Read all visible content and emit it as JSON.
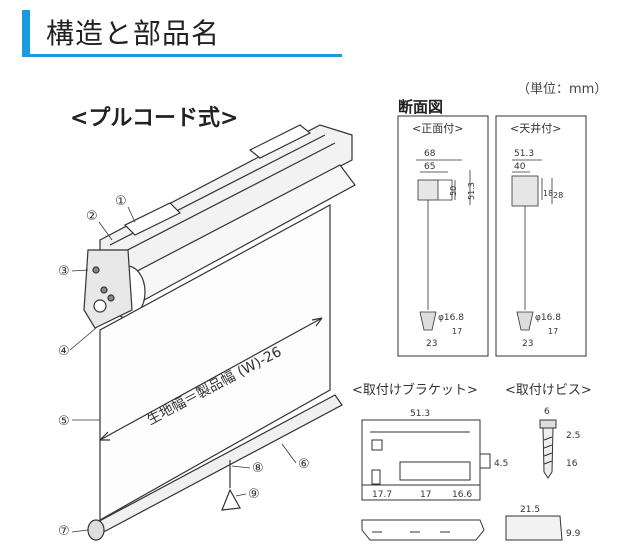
{
  "header": {
    "title": "構造と部品名"
  },
  "unit_note": "（単位：mm）",
  "main": {
    "pullcord_title": "<プルコード式>",
    "width_label": "生地幅＝製品幅 (W)-26",
    "part_numbers": [
      "①",
      "②",
      "③",
      "④",
      "⑤",
      "⑥",
      "⑦",
      "⑧",
      "⑨"
    ]
  },
  "cross_section": {
    "title": "断面図",
    "front": {
      "label": "<正面付>",
      "w_outer": "68",
      "w_inner": "65",
      "h_inner": "50",
      "h_outer": "51.3",
      "dia": "φ16.8",
      "bottom": "23",
      "small": "17"
    },
    "ceiling": {
      "label": "<天井付>",
      "w_outer": "51.3",
      "w_inner": "40",
      "h_inner": "18",
      "h_outer": "28",
      "dia": "φ16.8",
      "bottom": "23",
      "small": "17"
    }
  },
  "bracket": {
    "label": "<取付けブラケット>",
    "width": "51.3",
    "side": "4.5",
    "dims": [
      "17.7",
      "17",
      "16.6"
    ],
    "bottom_w": "21.5",
    "bottom_h": "9.9"
  },
  "screw": {
    "label": "<取付けビス>",
    "head": "6",
    "h1": "2.5",
    "len": "16"
  }
}
